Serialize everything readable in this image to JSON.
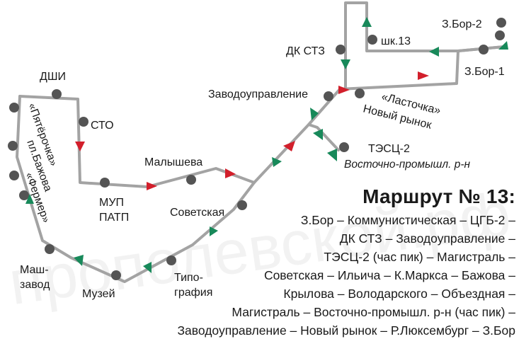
{
  "colors": {
    "route": "#a3a3a3",
    "stop": "#545454",
    "arrow_forward": "#d21f2b",
    "arrow_back": "#18895a",
    "text": "#1a1a1a"
  },
  "legend": {
    "title": "Маршрут № 13:",
    "lines": [
      "З.Бор – Коммунистическая – ЦГБ-2 –",
      "ДК СТЗ – Заводоуправление –",
      "ТЭСЦ-2 (час пик) – Магистраль –",
      "Советская – Ильича – К.Маркса – Бажова –",
      "Крылова – Володарского – Объездная –",
      "Магистраль – Восточно-промышл. р-н (час пик) –",
      "Заводоуправление – Новый рынок – Р.Люксембург – З.Бор"
    ]
  },
  "stops": {
    "zbor2": "З.Бор-2",
    "zbor1": "З.Бор-1",
    "shk13": "шк.13",
    "dkstz": "ДК СТЗ",
    "zavodoupr": "Заводоуправление",
    "lastochka": "«Ласточка»",
    "novyrynok": "Новый рынок",
    "tesc2": "ТЭСЦ-2",
    "vostprom": "Восточно-промышл. р-н",
    "dshi": "ДШИ",
    "sto": "СТО",
    "malysheva": "Малышева",
    "mup": "МУП",
    "patp": "ПАТП",
    "sovetskaya": "Советская",
    "tipo1": "Типо-",
    "tipo2": "графия",
    "muzey": "Музей",
    "mash1": "Маш-",
    "mash2": "завод",
    "pyaterochka": "«Пятёрочка»",
    "bazhova": "пл.Бажова",
    "fermer": "«Фермер»"
  },
  "watermark": "прополевской.рф"
}
